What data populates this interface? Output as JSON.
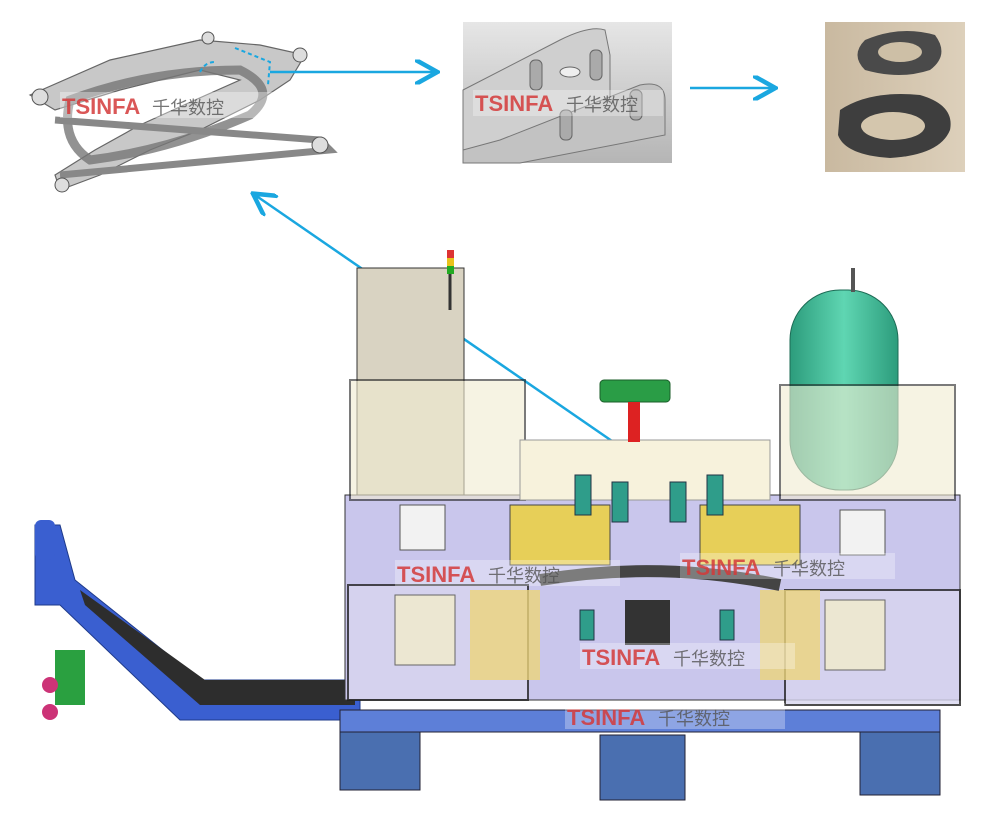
{
  "watermark": {
    "latin": "TSINFA",
    "cjk": "千华数控"
  },
  "colors": {
    "arrow": "#1aa7e0",
    "frame_blue": "#3a5fd0",
    "tank": "#3cb894",
    "plate": "#c9c6ec",
    "enclosure": "#d9d3c2",
    "watermark_red": "#d43a3a"
  },
  "icons": [
    "subframe-part",
    "bracket-closeup",
    "washer-photo",
    "welding-fixture-machine"
  ]
}
